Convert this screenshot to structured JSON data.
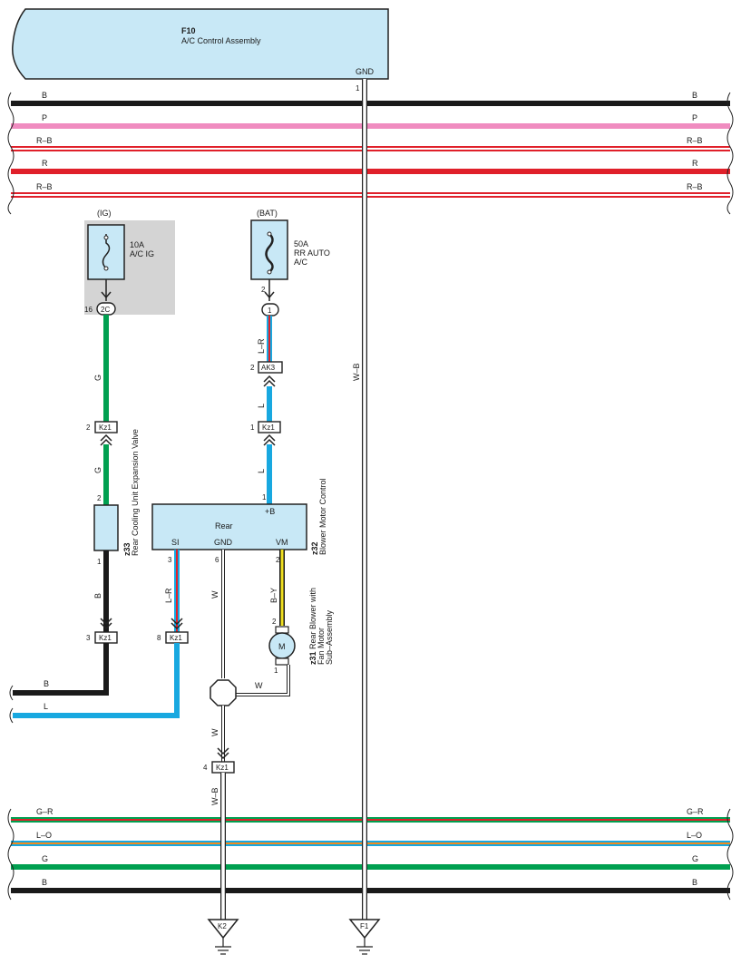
{
  "module": {
    "id": "F10",
    "name": "A/C Control Assembly",
    "pin_label": "GND",
    "pin_number": "1"
  },
  "top_bus": [
    {
      "label": "B",
      "color": "#1a1a1a",
      "stripe": ""
    },
    {
      "label": "P",
      "color": "#f08cc0",
      "stripe": ""
    },
    {
      "label": "R–B",
      "color": "#e0202a",
      "stripe": "#1a1a1a"
    },
    {
      "label": "R",
      "color": "#e0202a",
      "stripe": ""
    },
    {
      "label": "R–B",
      "color": "#e0202a",
      "stripe": "#1a1a1a"
    }
  ],
  "bottom_bus": [
    {
      "label": "G–R",
      "color": "#00a050",
      "stripe": "#e0202a"
    },
    {
      "label": "L–O",
      "color": "#18a8e0",
      "stripe": "#f08c20"
    },
    {
      "label": "G",
      "color": "#00a050",
      "stripe": ""
    },
    {
      "label": "B",
      "color": "#1a1a1a",
      "stripe": ""
    }
  ],
  "fuse_ig": {
    "source": "(IG)",
    "rating": "10A",
    "name": "A/C IG",
    "pin": "16",
    "connector": "2C"
  },
  "fuse_bat": {
    "source": "(BAT)",
    "rating": "50A",
    "name_line1": "RR AUTO",
    "name_line2": "A/C",
    "pin": "2",
    "connector": "1"
  },
  "wire_colors": {
    "L-R": "L–R",
    "L": "L",
    "G": "G",
    "B": "B",
    "W": "W",
    "B-Y": "B–Y",
    "W-B": "W–B"
  },
  "connectors": {
    "ak3": {
      "label": "AK3",
      "pin": "2"
    },
    "kz1_a": {
      "label": "Kz1",
      "pin": "2"
    },
    "kz1_b": {
      "label": "Kz1",
      "pin": "1"
    },
    "kz1_c": {
      "label": "Kz1",
      "pin": "3"
    },
    "kz1_d": {
      "label": "Kz1",
      "pin": "8"
    },
    "kz1_e": {
      "label": "Kz1",
      "pin": "4"
    }
  },
  "valve": {
    "id": "z33",
    "name": "Rear Cooling Unit Expansion Valve",
    "pin_top": "2",
    "pin_bottom": "1"
  },
  "blower_control": {
    "id": "z32",
    "name": "Blower Motor Control",
    "title": "Rear",
    "pin_plus": "+B",
    "pin_plus_num": "1",
    "pin_si": "SI",
    "pin_si_num": "3",
    "pin_gnd": "GND",
    "pin_gnd_num": "6",
    "pin_vm": "VM",
    "pin_vm_num": "2"
  },
  "motor": {
    "id": "z31",
    "line1": "Rear Blower with",
    "line2": "Fan Motor",
    "line3": "Sub–Assembly",
    "symbol": "M",
    "pin_top": "2",
    "pin_bottom": "1"
  },
  "left_exits": [
    {
      "label": "B"
    },
    {
      "label": "L"
    }
  ],
  "grounds": [
    {
      "label": "K2"
    },
    {
      "label": "F1"
    }
  ]
}
